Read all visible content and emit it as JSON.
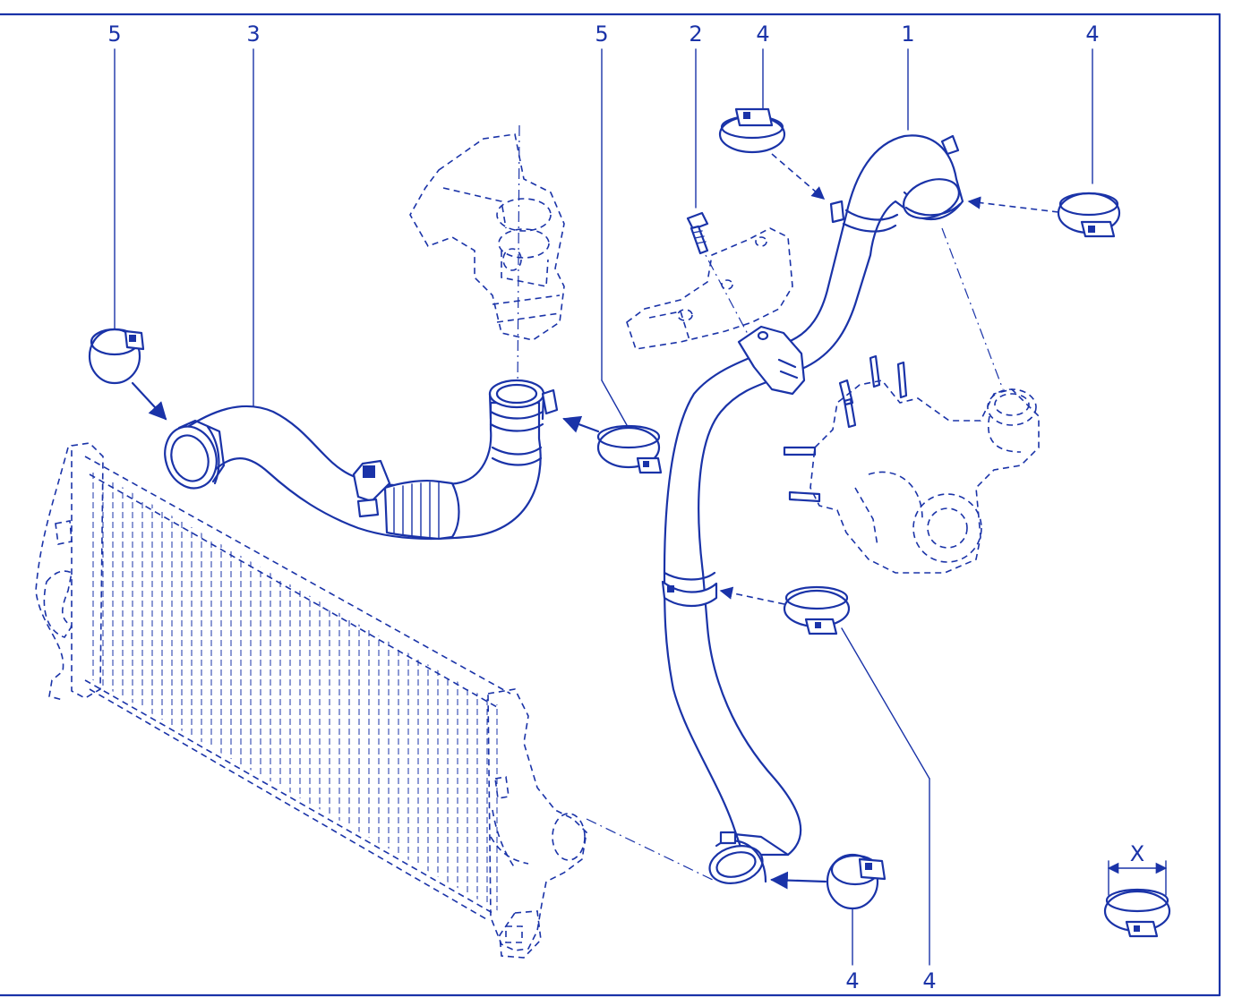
{
  "callouts": [
    {
      "id": "c5a",
      "text": "5"
    },
    {
      "id": "c3",
      "text": "3"
    },
    {
      "id": "c5b",
      "text": "5"
    },
    {
      "id": "c2",
      "text": "2"
    },
    {
      "id": "c4a",
      "text": "4"
    },
    {
      "id": "c1",
      "text": "1"
    },
    {
      "id": "c4b",
      "text": "4"
    },
    {
      "id": "c4c",
      "text": "4"
    },
    {
      "id": "c4d",
      "text": "4"
    }
  ],
  "detail": {
    "dimension_label": "X"
  },
  "colors": {
    "ink": "#1a33a8",
    "background": "#ffffff"
  }
}
